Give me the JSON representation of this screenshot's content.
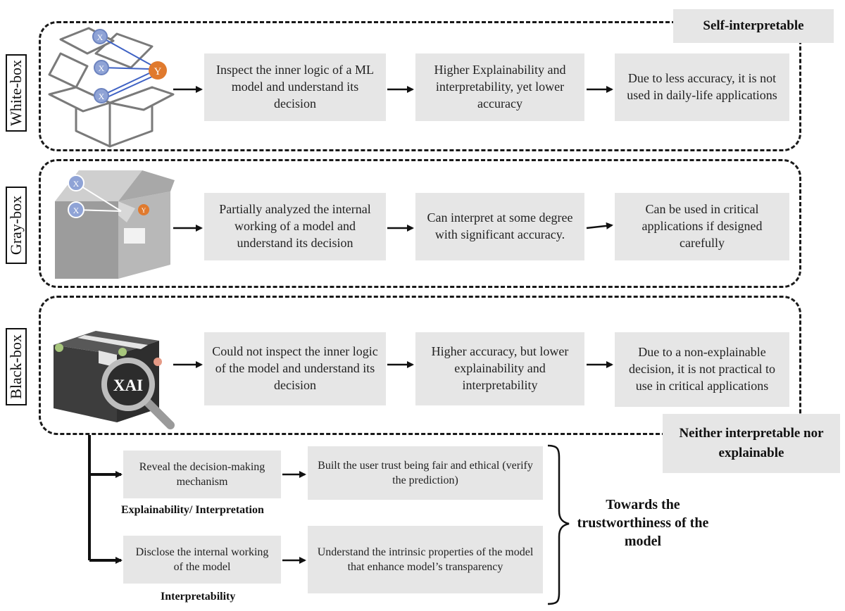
{
  "rows": {
    "white_box": {
      "label": "White-box",
      "steps": [
        "Inspect the inner logic of a ML model and understand its decision",
        "Higher Explainability and interpretability, yet lower accuracy",
        "Due to less accuracy, it is not used in daily-life applications"
      ],
      "corner_tag": "Self-interpretable",
      "icon": {
        "inputs": [
          "X",
          "X",
          "X"
        ],
        "output": "Y"
      }
    },
    "gray_box": {
      "label": "Gray-box",
      "steps": [
        "Partially analyzed the internal working of a model and understand its decision",
        "Can interpret at some degree with significant accuracy.",
        "Can be used in critical applications if designed carefully"
      ],
      "icon": {
        "inputs": [
          "X",
          "X"
        ],
        "output": "Y"
      }
    },
    "black_box": {
      "label": "Black-box",
      "steps": [
        "Could not inspect the inner logic of the model and understand its decision",
        "Higher accuracy, but lower explainability and interpretability",
        "Due to a non-explainable decision, it is not practical to use in critical applications"
      ],
      "corner_tag": "Neither interpretable nor explainable",
      "icon": {
        "magnifier_text": "XAI"
      }
    }
  },
  "xai": {
    "explainability": {
      "step": "Reveal the decision-making mechanism",
      "result": "Built the user trust being fair and ethical (verify the prediction)",
      "caption": "Explainability/ Interpretation"
    },
    "interpretability": {
      "step": "Disclose the internal working of the model",
      "result": "Understand the intrinsic properties of the model that enhance model’s transparency",
      "caption": "Interpretability"
    },
    "goal": "Towards the trustworthiness of the model"
  },
  "colors": {
    "box_fill": "#e6e6e6",
    "node_blue": "#8fa3d6",
    "node_orange": "#e07a2e",
    "arrow_blue": "#3f62c4",
    "dark_box": "#3d3d3d"
  }
}
